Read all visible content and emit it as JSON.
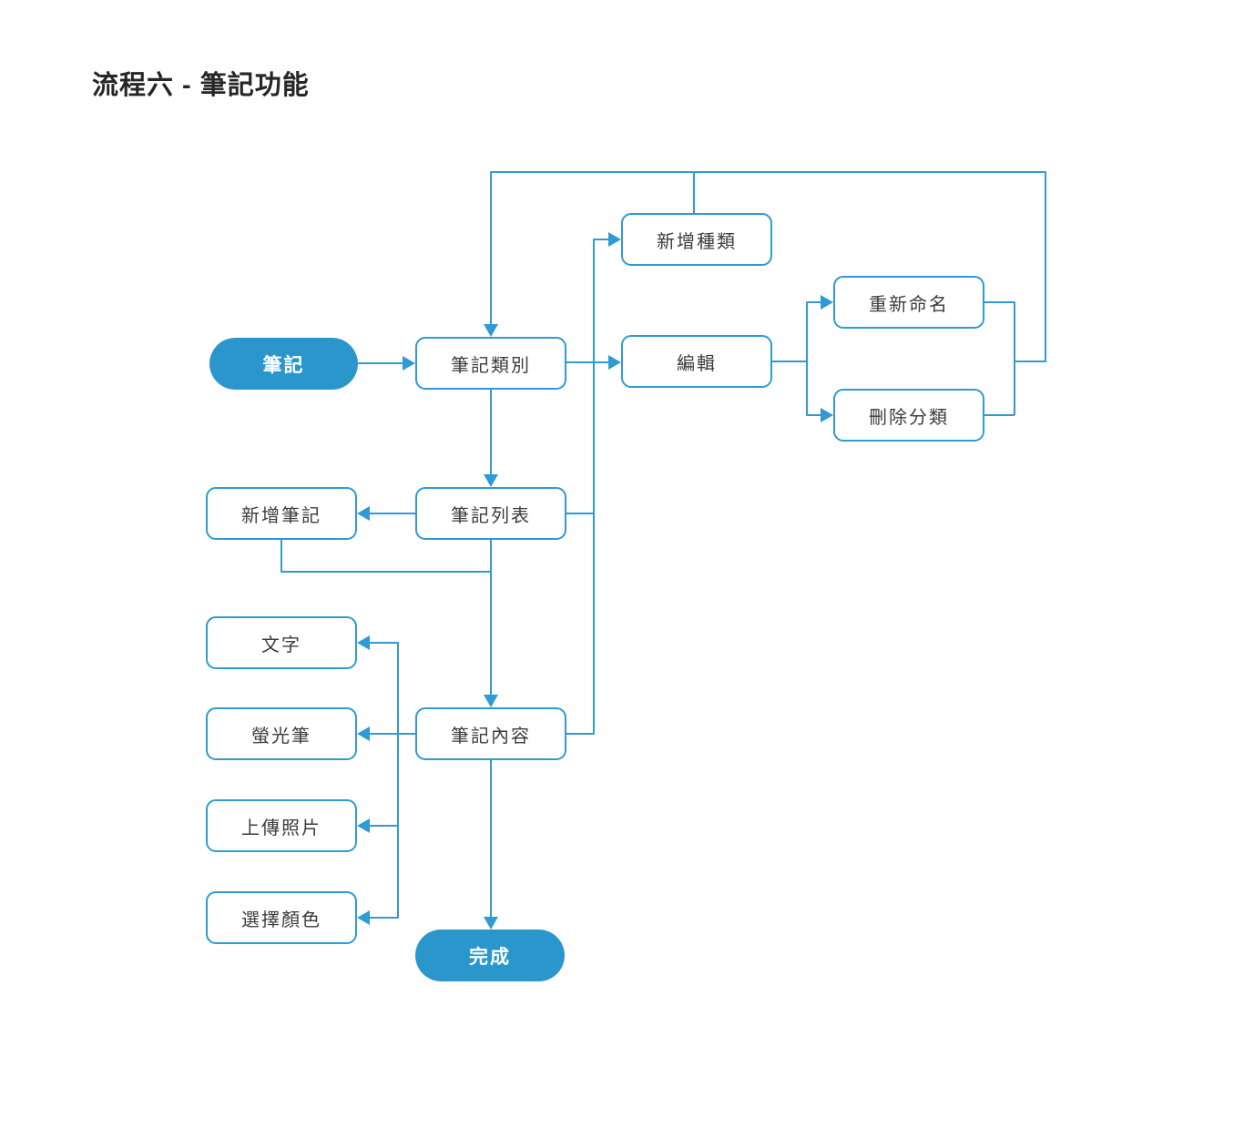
{
  "title": "流程六 - 筆記功能",
  "colors": {
    "accent": "#2F9AD3",
    "terminal_fill": "#2B96CB",
    "node_text": "#3C3C3C",
    "title_text": "#262626",
    "background": "#FFFFFF"
  },
  "nodes": {
    "start": {
      "label": "筆記",
      "type": "terminal-start"
    },
    "note_category": {
      "label": "筆記類別",
      "type": "process"
    },
    "add_type": {
      "label": "新增種類",
      "type": "process"
    },
    "edit": {
      "label": "編輯",
      "type": "process"
    },
    "rename": {
      "label": "重新命名",
      "type": "process"
    },
    "delete_category": {
      "label": "刪除分類",
      "type": "process"
    },
    "add_note": {
      "label": "新增筆記",
      "type": "process"
    },
    "note_list": {
      "label": "筆記列表",
      "type": "process"
    },
    "text": {
      "label": "文字",
      "type": "process"
    },
    "highlighter": {
      "label": "螢光筆",
      "type": "process"
    },
    "upload_photo": {
      "label": "上傳照片",
      "type": "process"
    },
    "choose_color": {
      "label": "選擇顏色",
      "type": "process"
    },
    "note_content": {
      "label": "筆記內容",
      "type": "process"
    },
    "done": {
      "label": "完成",
      "type": "terminal-end"
    }
  },
  "edges": [
    {
      "from": "start",
      "to": "note_category"
    },
    {
      "from": "note_category",
      "to": "add_type"
    },
    {
      "from": "note_category",
      "to": "edit"
    },
    {
      "from": "edit",
      "to": "rename"
    },
    {
      "from": "edit",
      "to": "delete_category"
    },
    {
      "from": "rename",
      "to": "note_category",
      "via": "top-return-line"
    },
    {
      "from": "delete_category",
      "to": "note_category",
      "via": "top-return-line"
    },
    {
      "from": "note_category",
      "to": "note_list"
    },
    {
      "from": "note_list",
      "to": "add_note"
    },
    {
      "from": "add_note",
      "to": "note_list",
      "via": "loop-back"
    },
    {
      "from": "note_list",
      "to": "add_type",
      "via": "middle-bus"
    },
    {
      "from": "note_list",
      "to": "note_content"
    },
    {
      "from": "note_content",
      "to": "add_type",
      "via": "middle-bus"
    },
    {
      "from": "note_content",
      "to": "text"
    },
    {
      "from": "note_content",
      "to": "highlighter"
    },
    {
      "from": "note_content",
      "to": "upload_photo"
    },
    {
      "from": "note_content",
      "to": "choose_color"
    },
    {
      "from": "note_content",
      "to": "done"
    }
  ]
}
